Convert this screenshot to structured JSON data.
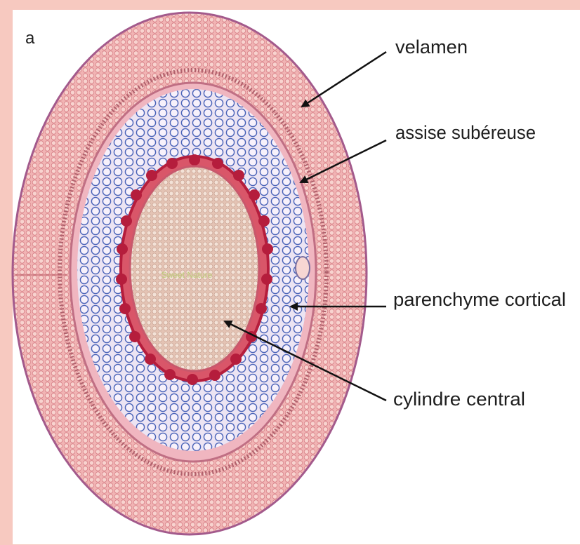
{
  "figure": {
    "panel_letter": "a",
    "watermark": "Sweet Nature",
    "labels": {
      "velamen": "velamen",
      "assise": "assise subéreuse",
      "parenchyme": "parenchyme cortical",
      "cylindre": "cylindre central"
    }
  },
  "colors": {
    "frame": "#f7c9c0",
    "velamen_pink": "#e9a3a8",
    "cortex_blue": "#4a63b8",
    "endodermis_red": "#c4233f",
    "pith": "#e8c9b7"
  }
}
